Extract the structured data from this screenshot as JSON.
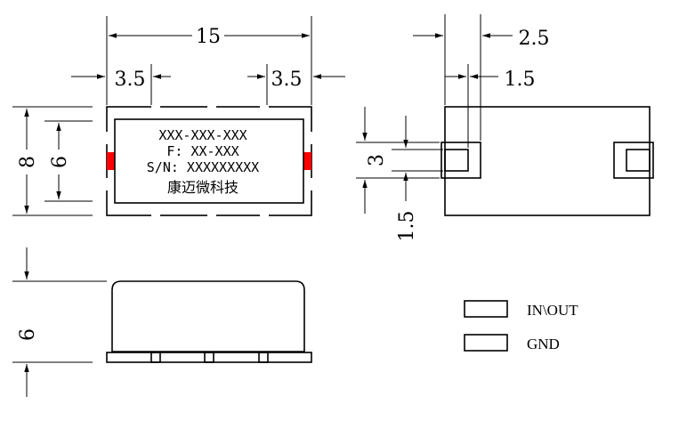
{
  "dimensions": {
    "top_total": "15",
    "top_left_pad": "3.5",
    "top_right_pad": "3.5",
    "left_height": "8",
    "left_inner": "6",
    "right_pad_width": "2.5",
    "right_pad_gap": "1.5",
    "right_pad_height": "3",
    "right_pad_offset": "1.5",
    "side_height": "6"
  },
  "marking": {
    "line1": "XXX-XXX-XXX",
    "line2": "F: XX-XXX",
    "line3": "S/N: XXXXXXXXX",
    "line4": "康迈微科技"
  },
  "legend": {
    "in_out": "IN\\OUT",
    "gnd": "GND"
  },
  "colors": {
    "hatch": "#1a2fd6",
    "pad": "#ff0000"
  }
}
